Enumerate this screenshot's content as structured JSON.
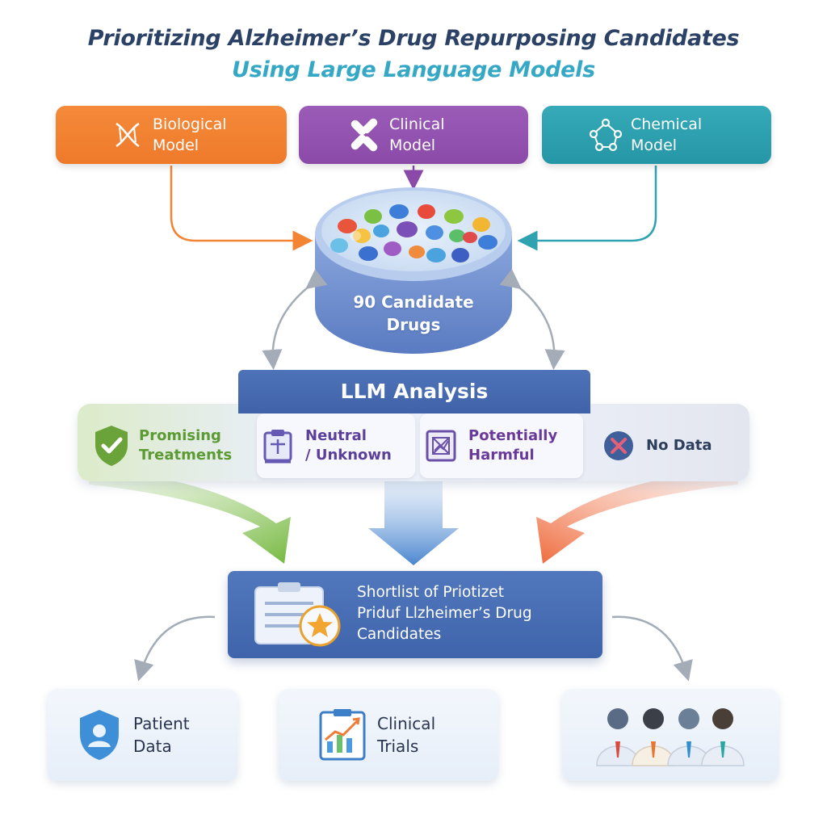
{
  "title": {
    "line1": "Prioritizing Alzheimer’s Drug Repurposing Candidates",
    "line2": "Using Large Language Models"
  },
  "models": [
    {
      "label": "Biological\nModel",
      "icon": "dna-icon",
      "color": "#f28434"
    },
    {
      "label": "Clinical\nModel",
      "icon": "pills-icon",
      "color": "#9453b3"
    },
    {
      "label": "Chemical\nModel",
      "icon": "molecule-icon",
      "color": "#2ea2b1"
    }
  ],
  "candidates": {
    "label": "90 Candidate\nDrugs"
  },
  "analysis": {
    "label": "LLM Analysis"
  },
  "categories": [
    {
      "label": "Promising\nTreatments",
      "icon": "shield-check-icon",
      "color": "#6aa33a"
    },
    {
      "label": "Neutral\n/ Unknown",
      "icon": "neutral-clipboard-icon",
      "color": "#5b3f9a"
    },
    {
      "label": "Potentially\nHarmful",
      "icon": "harmful-report-icon",
      "color": "#6a3a9a"
    },
    {
      "label": "No Data",
      "icon": "no-data-icon",
      "color": "#2c3e5c"
    }
  ],
  "shortlist": {
    "label": "Shortlist of Priotizet\nPriduf Llzheimer’s Drug\nCandidates",
    "icon": "clipboard-star-icon"
  },
  "outputs": [
    {
      "label": "Patient\nData",
      "icon": "patient-shield-icon"
    },
    {
      "label": "Clinical\nTrials",
      "icon": "trial-chart-icon"
    },
    {
      "label": "",
      "icon": "expert-panel-icon"
    }
  ]
}
